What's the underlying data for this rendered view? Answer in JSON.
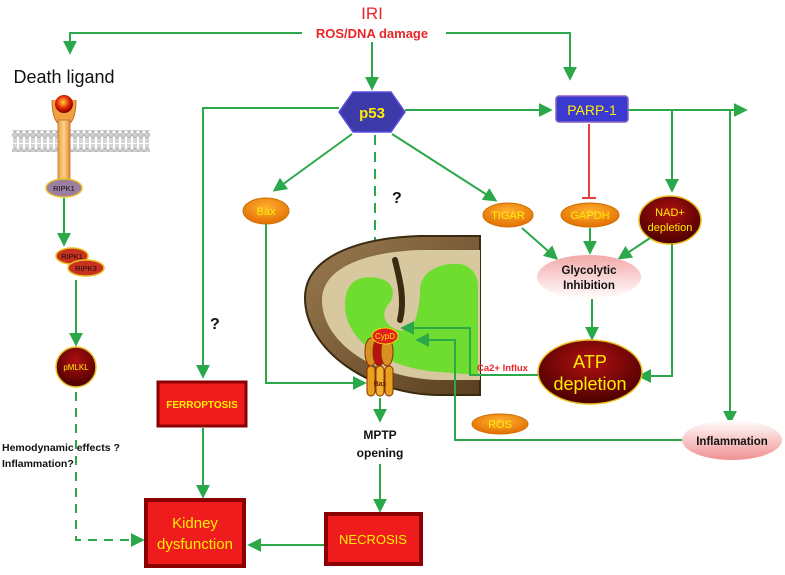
{
  "nodes": {
    "iri": "IRI",
    "ros_dna": "ROS/DNA damage",
    "death_ligand": "Death ligand",
    "p53": "p53",
    "parp1": "PARP-1",
    "ripk1": "RIPK1",
    "ripk1_b": "RIPK1",
    "ripk3": "RIPK3",
    "pmlkl": "pMLKL",
    "bax": "Bax",
    "tigar": "TIGAR",
    "gapdh": "GAPDH",
    "nad_line1": "NAD+",
    "nad_line2": "depletion",
    "glyco_line1": "Glycolytic",
    "glyco_line2": "Inhibition",
    "atp_line1": "ATP",
    "atp_line2": "depletion",
    "ca_influx": "Ca2+ Influx",
    "cypd": "CypD",
    "bax_channel": "Bax",
    "ros": "ROS",
    "inflammation": "Inflammation",
    "mptp_line1": "MPTP",
    "mptp_line2": "opening",
    "ferroptosis": "FERROPTOSIS",
    "kidney_line1": "Kidney",
    "kidney_line2": "dysfunction",
    "necrosis": "NECROSIS",
    "hemo_line1": "Hemodynamic effects ?",
    "hemo_line2": "Inflammation?",
    "q_ferroptosis": "?",
    "q_mito": "?"
  },
  "colors": {
    "arrow": "#2aa84a",
    "red_text": "#e8262a",
    "inhibit": "#e04040",
    "box_red": "#ee1c1c",
    "box_border": "#8b0000",
    "yellow_text": "#ffee00",
    "p53_fill": "#3b3aa8",
    "parp_fill": "#3b3ad0",
    "orange": "#f28c00"
  }
}
